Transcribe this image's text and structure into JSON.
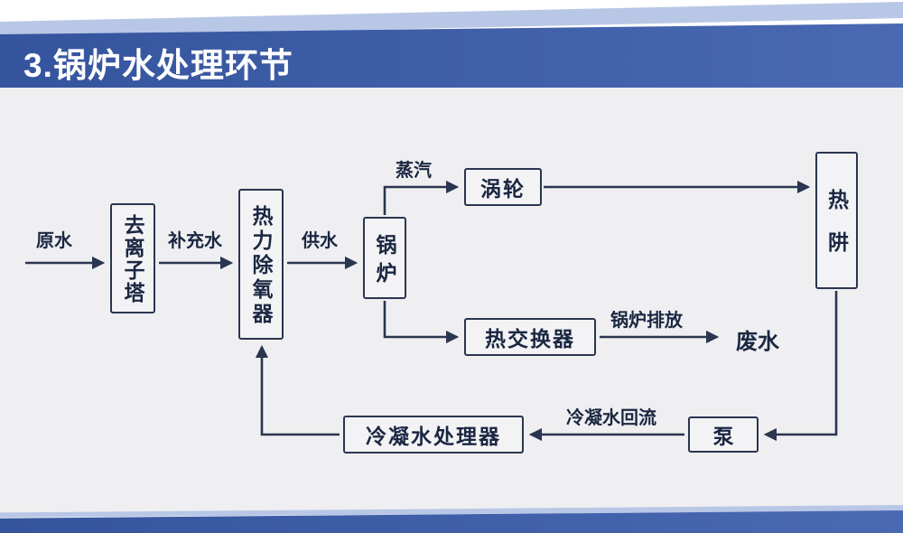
{
  "slide": {
    "title": "3.锅炉水处理环节"
  },
  "colors": {
    "header_blue": "#35549e",
    "header_blue_light": "#4a69b3",
    "accent_light_blue": "#b8c7e6",
    "background_gray": "#efeff1",
    "line": "#2a3550",
    "box_fill": "#f3f3f5",
    "text": "#1b2742",
    "title_text": "#ffffff"
  },
  "diagram": {
    "nodes": [
      {
        "id": "deionizer-tower",
        "label": "去离子塔",
        "orientation": "vertical"
      },
      {
        "id": "thermal-deaerator",
        "label": "热力除氧器",
        "orientation": "vertical"
      },
      {
        "id": "boiler",
        "label": "锅炉",
        "orientation": "vertical"
      },
      {
        "id": "turbine",
        "label": "涡轮",
        "orientation": "horizontal"
      },
      {
        "id": "heat-sink",
        "label": "热阱",
        "orientation": "vertical"
      },
      {
        "id": "heat-exchanger",
        "label": "热交换器",
        "orientation": "horizontal"
      },
      {
        "id": "pump",
        "label": "泵",
        "orientation": "horizontal"
      },
      {
        "id": "condensate-processor",
        "label": "冷凝水处理器",
        "orientation": "horizontal"
      }
    ],
    "flow_labels": [
      {
        "id": "raw-water",
        "text": "原水"
      },
      {
        "id": "makeup-water",
        "text": "补充水"
      },
      {
        "id": "feed-water",
        "text": "供水"
      },
      {
        "id": "steam",
        "text": "蒸汽"
      },
      {
        "id": "boiler-blowdown",
        "text": "锅炉排放"
      },
      {
        "id": "waste-water",
        "text": "废水"
      },
      {
        "id": "condensate-return",
        "text": "冷凝水回流"
      }
    ],
    "edges": [
      {
        "from": "raw-water",
        "to": "deionizer-tower",
        "label": "原水"
      },
      {
        "from": "deionizer-tower",
        "to": "thermal-deaerator",
        "label": "补充水"
      },
      {
        "from": "thermal-deaerator",
        "to": "boiler",
        "label": "供水"
      },
      {
        "from": "boiler",
        "to": "turbine",
        "label": "蒸汽"
      },
      {
        "from": "turbine",
        "to": "heat-sink",
        "label": ""
      },
      {
        "from": "boiler",
        "to": "heat-exchanger",
        "label": ""
      },
      {
        "from": "heat-exchanger",
        "to": "waste-water",
        "label": "锅炉排放"
      },
      {
        "from": "heat-sink",
        "to": "pump",
        "label": ""
      },
      {
        "from": "pump",
        "to": "condensate-processor",
        "label": "冷凝水回流"
      },
      {
        "from": "condensate-processor",
        "to": "thermal-deaerator",
        "label": ""
      }
    ]
  }
}
